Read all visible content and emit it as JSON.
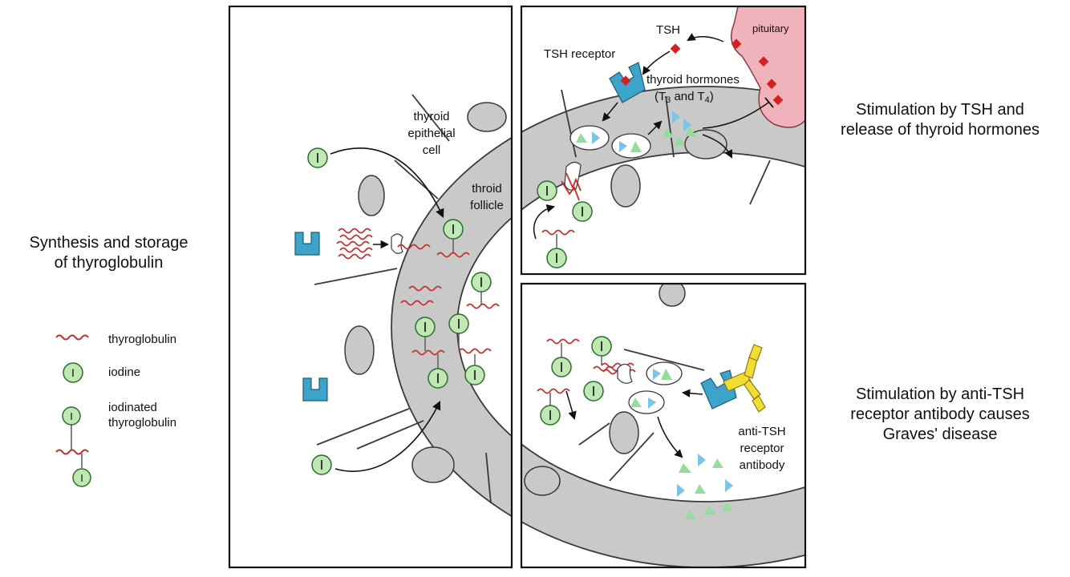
{
  "captions": {
    "synthesis_line1": "Synthesis and storage",
    "synthesis_line2": "of thyroglobulin",
    "tsh_line1": "Stimulation by TSH and",
    "tsh_line2": "release of thyroid hormones",
    "graves_line1": "Stimulation by anti-TSH",
    "graves_line2": "receptor antibody causes",
    "graves_line3": "Graves' disease"
  },
  "legend": {
    "thyroglobulin": "thyroglobulin",
    "iodine": "iodine",
    "iodinated_line1": "iodinated",
    "iodinated_line2": "thyroglobulin",
    "iodine_symbol": "I"
  },
  "panel_main": {
    "epithelial_line1": "thyroid",
    "epithelial_line2": "epithelial",
    "epithelial_line3": "cell",
    "follicle_line1": "throid",
    "follicle_line2": "follicle"
  },
  "panel_tsh": {
    "tsh": "TSH",
    "pituitary": "pituitary",
    "tsh_receptor": "TSH receptor",
    "hormones_line1": "thyroid hormones",
    "hormones_line2_a": "(T",
    "hormones_sub3": "3",
    "hormones_line2_b": " and T",
    "hormones_sub4": "4",
    "hormones_line2_c": ")"
  },
  "panel_graves": {
    "antibody_line1": "anti-TSH",
    "antibody_line2": "receptor",
    "antibody_line3": "antibody"
  },
  "colors": {
    "cell_fill": "#c9c9c9",
    "cell_stroke": "#3a3a3a",
    "iodine_fill": "#bfe8b4",
    "iodine_stroke": "#2f6b2f",
    "thyroglobulin": "#cc2b2b",
    "receptor": "#3ea3c9",
    "antibody": "#f2dd35",
    "pituitary": "#f1b3bb",
    "tsh_dot": "#d42020",
    "hormone_blue": "#7cc3e8",
    "hormone_green": "#95dd9a"
  }
}
